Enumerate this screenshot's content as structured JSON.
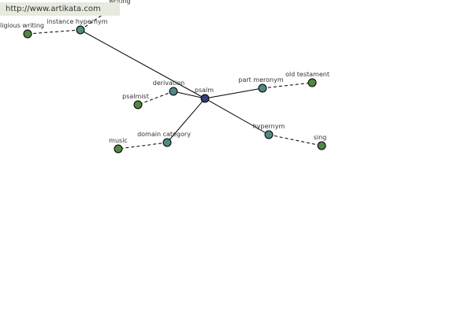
{
  "watermark": {
    "url": "http://www.artikata.com"
  },
  "graph": {
    "center": {
      "label": "psalm"
    },
    "relations": [
      {
        "label": "instance hypernym"
      },
      {
        "label": "derivation"
      },
      {
        "label": "part meronym"
      },
      {
        "label": "domain category"
      },
      {
        "label": "hypernym"
      }
    ],
    "words": [
      {
        "label": "religious writing"
      },
      {
        "label": "writing"
      },
      {
        "label": "psalmist"
      },
      {
        "label": "old testament"
      },
      {
        "label": "music"
      },
      {
        "label": "sing"
      }
    ]
  },
  "colors": {
    "center_node": "#3b3c7a",
    "relation_node": "#4f8a83",
    "word_node": "#508844",
    "watermark_background": "#e6eadf"
  }
}
